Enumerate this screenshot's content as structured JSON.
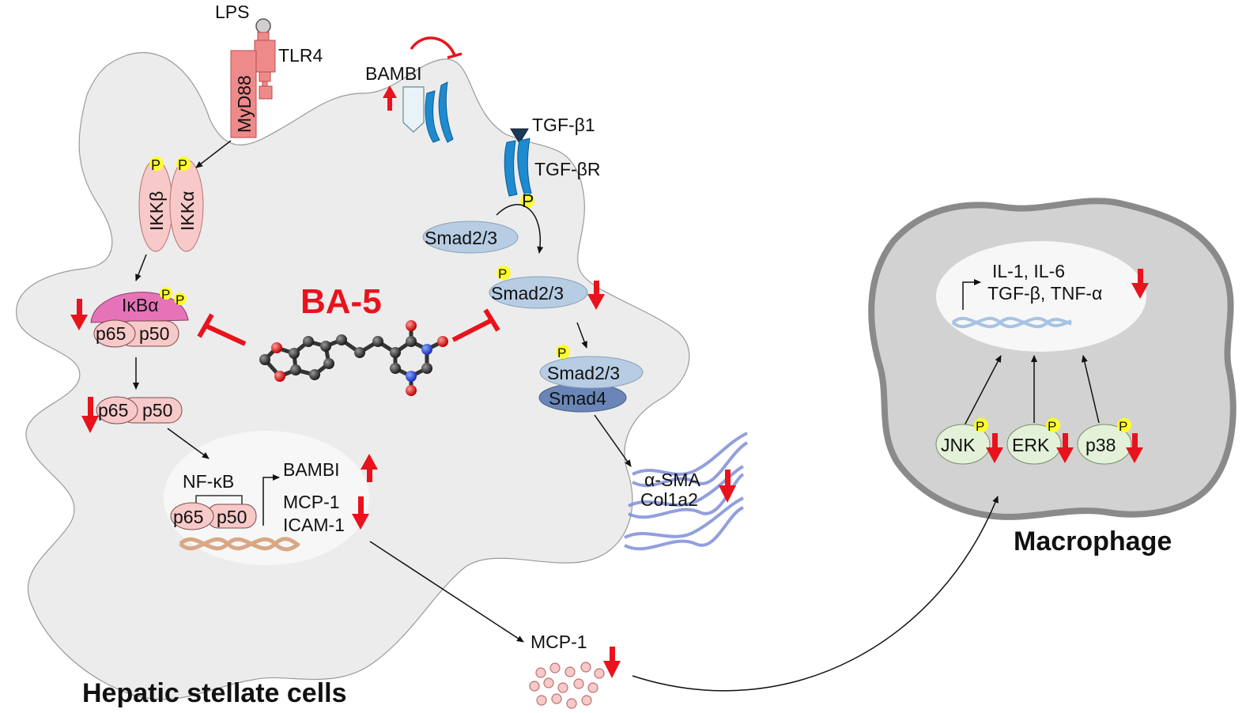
{
  "labels": {
    "lps": "LPS",
    "tlr4": "TLR4",
    "myd88": "MyD88",
    "bambi_top": "BAMBI",
    "tgfb1": "TGF-β1",
    "tgfbr": "TGF-βR",
    "ikkb": "IKKβ",
    "ikka": "IKKα",
    "p": "P",
    "ikba": "IκBα",
    "p65": "p65",
    "p50": "p50",
    "nfkb": "NF-κB",
    "bambi_nuc": "BAMBI",
    "mcp1_nuc": "MCP-1",
    "icam1": "ICAM-1",
    "smad23": "Smad2/3",
    "smad4": "Smad4",
    "asma": "α-SMA",
    "col1a2": "Col1a2",
    "ba5": "BA-5",
    "mcp1_out": "MCP-1",
    "hsc": "Hepatic stellate cells",
    "il": "IL-1, IL-6",
    "tgf_tnf": "TGF-β, TNF-α",
    "jnk": "JNK",
    "erk": "ERK",
    "p38": "p38",
    "macrophage": "Macrophage"
  },
  "colors": {
    "cell": "#ececec",
    "cell_stroke": "#7a7a7a",
    "macro_outer": "#d6d6d6",
    "macro_inner": "#cfcfcf",
    "nucleus": "#f7f7f7",
    "red": "#e8131c",
    "pink_receptor": "#ee8a8a",
    "pink_light": "#f7c9c9",
    "magenta": "#e673b8",
    "blue_receptor": "#1e8ad0",
    "smad": "#b7cde3",
    "smad4": "#6a86b8",
    "mapk": "#e3f1d8",
    "phospho": "#ffff2a"
  }
}
